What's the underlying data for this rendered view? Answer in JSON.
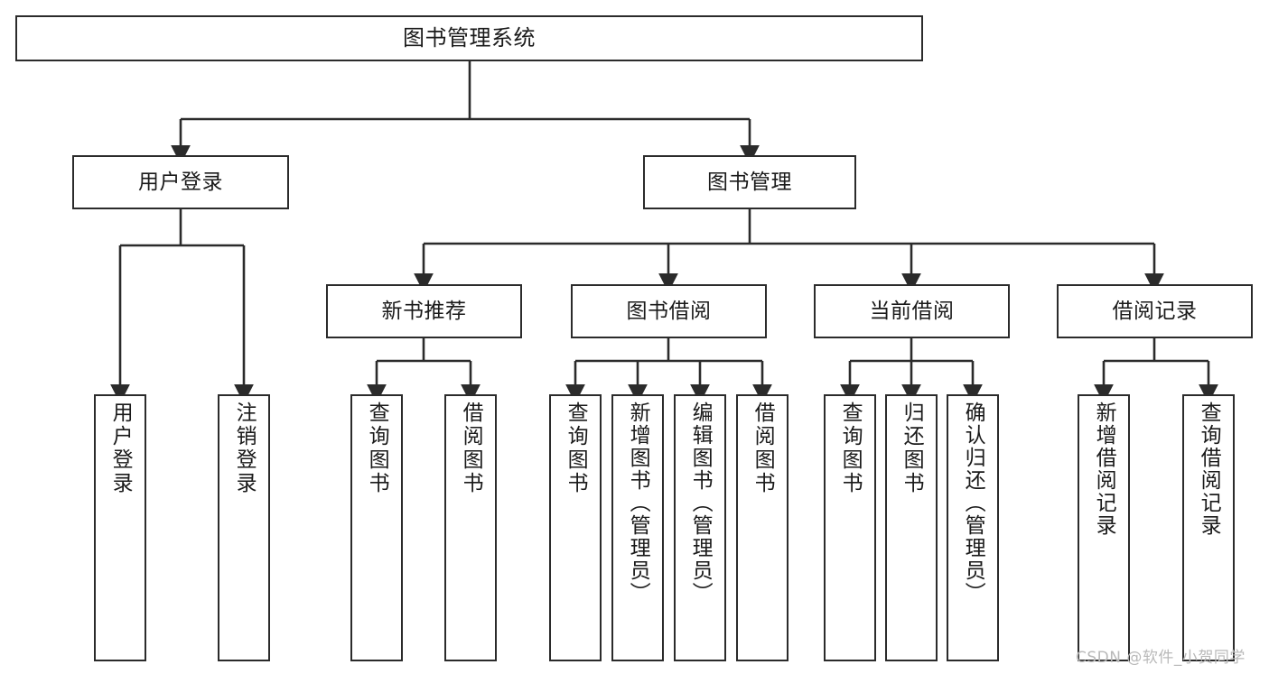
{
  "diagram": {
    "title": "图书管理系统",
    "type": "功能结构图",
    "watermark": "CSDN @软件_小贺同学",
    "colors": {
      "box_border": "#2b2b2b",
      "box_fill": "#ffffff",
      "connector": "#2b2b2b",
      "text": "#1a1a1a",
      "watermark": "#b9b9b9",
      "background": "#ffffff"
    },
    "levels": {
      "root": "图书管理系统",
      "level2": [
        "用户登录",
        "图书管理"
      ],
      "level3": [
        "新书推荐",
        "图书借阅",
        "当前借阅",
        "借阅记录"
      ]
    },
    "nodes": {
      "root": {
        "label": "图书管理系统"
      },
      "user_login": {
        "label": "用户登录"
      },
      "book_manage": {
        "label": "图书管理"
      },
      "new_book_rec": {
        "label": "新书推荐"
      },
      "book_borrow": {
        "label": "图书借阅"
      },
      "current_borrow": {
        "label": "当前借阅"
      },
      "borrow_record": {
        "label": "借阅记录"
      },
      "leaf_user_login": {
        "label": "用户登录"
      },
      "leaf_logout": {
        "label": "注销登录"
      },
      "leaf_query_book_1": {
        "label": "查询图书"
      },
      "leaf_borrow_book_1": {
        "label": "借阅图书"
      },
      "leaf_query_book_2": {
        "label": "查询图书"
      },
      "leaf_add_book": {
        "label": "新增图书（管理员）"
      },
      "leaf_edit_book": {
        "label": "编辑图书（管理员）"
      },
      "leaf_borrow_book_2": {
        "label": "借阅图书"
      },
      "leaf_query_book_3": {
        "label": "查询图书"
      },
      "leaf_return_book": {
        "label": "归还图书"
      },
      "leaf_confirm_return": {
        "label": "确认归还（管理员）"
      },
      "leaf_add_record": {
        "label": "新增借阅记录"
      },
      "leaf_query_record": {
        "label": "查询借阅记录"
      }
    }
  }
}
